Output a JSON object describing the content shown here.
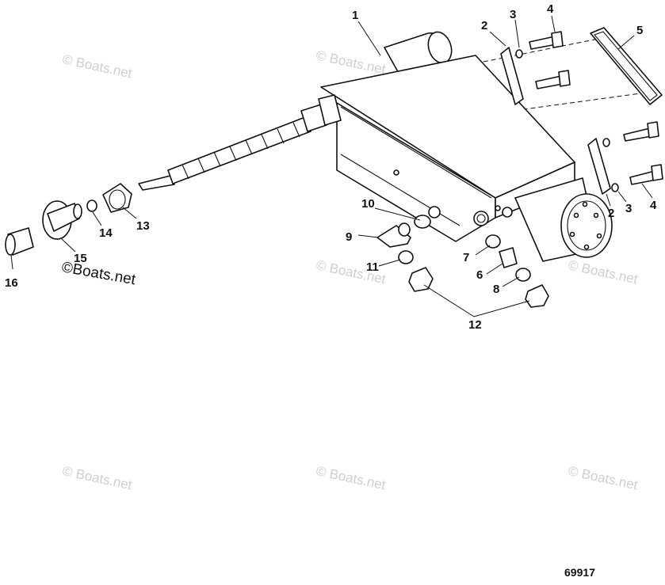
{
  "watermark_text": "© Boats.net",
  "brand_text": "©Boats.net",
  "figure_number": "69917",
  "callouts": [
    "1",
    "2",
    "3",
    "4",
    "5",
    "2",
    "3",
    "4",
    "10",
    "9",
    "11",
    "7",
    "6",
    "8",
    "12",
    "13",
    "14",
    "15",
    "16"
  ]
}
